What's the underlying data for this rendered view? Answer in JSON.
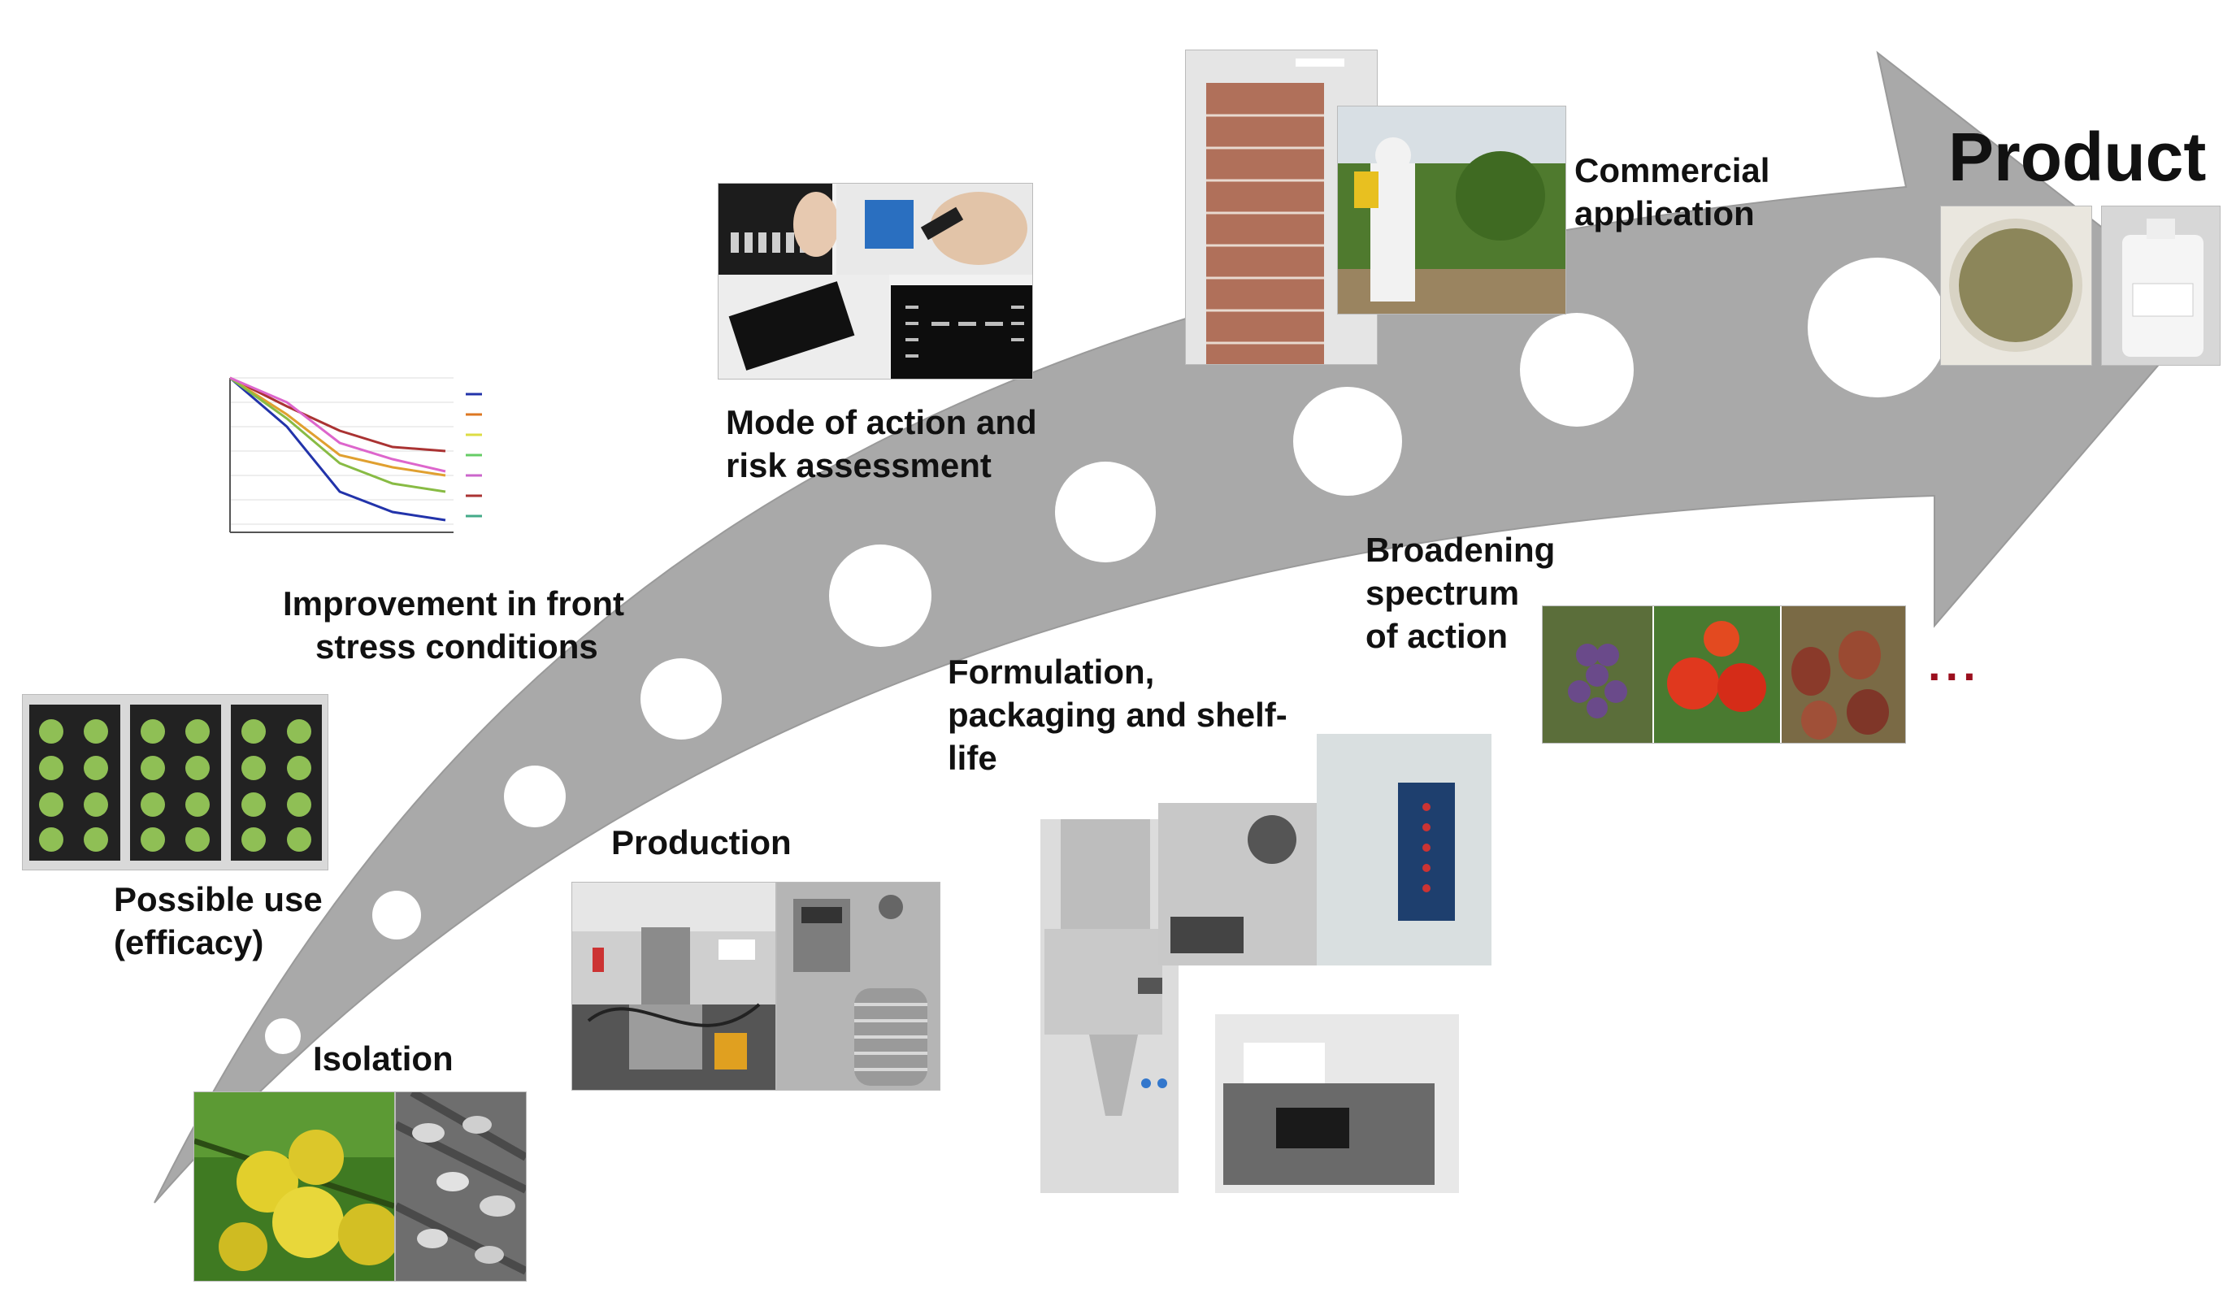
{
  "colors": {
    "arrow": "#a9a9a9",
    "arrow_edge": "#9a9a9a",
    "dots": "#ffffff",
    "ellipsis": "#9b0f1e"
  },
  "stages": {
    "isolation": "Isolation",
    "possible_use": [
      "Possible use",
      "(efficacy)"
    ],
    "improvement": [
      "Improvement in front",
      "stress conditions"
    ],
    "production": "Production",
    "mode_of_action": [
      "Mode of action and",
      "risk assessment"
    ],
    "formulation": [
      "Formulation,",
      "packaging and shelf-",
      "life"
    ],
    "broadening": [
      "Broadening",
      "spectrum",
      "of action"
    ],
    "commercial": [
      "Commercial",
      "application"
    ],
    "product": "Product"
  },
  "ellipsis": "...",
  "photos": {
    "isolation": [
      "apple-fruit-photo",
      "yeast-micrograph-photo"
    ],
    "possible_use": [
      "apple-trays-photo"
    ],
    "improvement": [
      "viability-curve-chart"
    ],
    "production": [
      "bioreactor-lab-photo",
      "steel-fermenter-photo"
    ],
    "mode_of_action": [
      "pcr-tubes-photo",
      "pipette-photo",
      "gel-electrophoresis-photo"
    ],
    "formulation": [
      "spray-dryer-photo",
      "lab-balance-photo",
      "control-panel-photo",
      "packaging-machine-photo"
    ],
    "broadening": [
      "grapes-photo",
      "tomatoes-photo",
      "strawberries-photo"
    ],
    "commercial": [
      "cold-storage-photo",
      "vineyard-spraying-photo"
    ],
    "product": [
      "powder-dish-photo",
      "product-bottle-photo"
    ]
  }
}
